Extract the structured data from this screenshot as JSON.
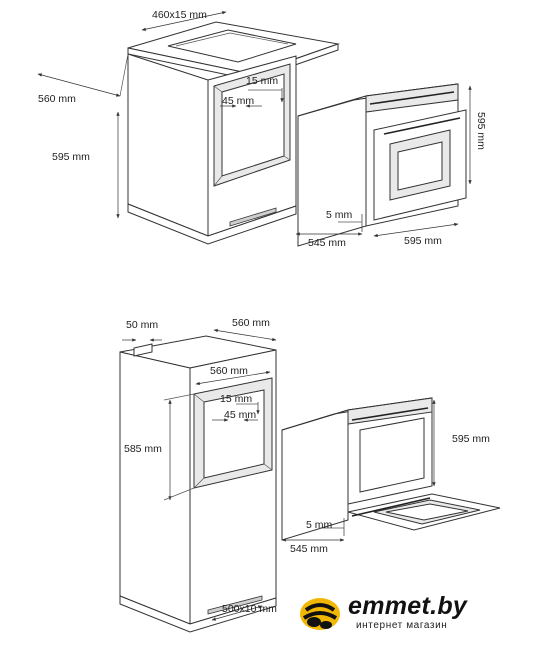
{
  "top_diagram": {
    "dim_top_cutout": "460x15 mm",
    "dim_depth": "560 mm",
    "dim_height": "595 mm",
    "dim_gap_top": "15 mm",
    "dim_gap_side": "45 mm",
    "dim_oven_height": "595 mm",
    "dim_front_lip": "5 mm",
    "dim_oven_depth": "545 mm",
    "dim_oven_width": "595 mm"
  },
  "bottom_diagram": {
    "dim_side_gap": "50 mm",
    "dim_cabinet_depth": "560 mm",
    "dim_niche_width": "560 mm",
    "dim_niche_height": "585 mm",
    "dim_gap_top": "15 mm",
    "dim_gap_side": "45 mm",
    "dim_oven_height": "595 mm",
    "dim_front_lip": "5 mm",
    "dim_oven_depth": "545 mm",
    "dim_vent_cutout": "500x10 mm"
  },
  "brand": {
    "name": "emmet.by",
    "tagline": "интернет магазин",
    "accent": "#f2b705"
  }
}
